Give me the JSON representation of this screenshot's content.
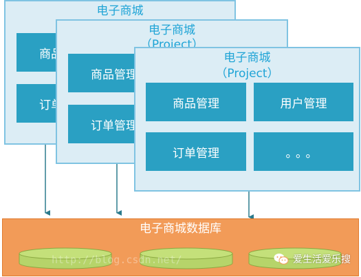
{
  "panels": [
    {
      "title": "电子商城",
      "subtitle": "",
      "modules": [
        "商品",
        "订单"
      ]
    },
    {
      "title": "电子商城",
      "subtitle": "（Project）",
      "modules": [
        "商品管理",
        "订单管理"
      ]
    },
    {
      "title": "电子商城",
      "subtitle": "（Project）",
      "modules": [
        "商品管理",
        "用户管理",
        "订单管理",
        "。。。"
      ]
    }
  ],
  "database": {
    "title": "电子商城数据库",
    "cylinder_count": 3
  },
  "watermark": "http://blog.csdn.net/",
  "wechat_label": "爱生活爱乐搜",
  "colors": {
    "panel_bg": "#dcedf5",
    "panel_border": "#7fc3e2",
    "module_bg": "#2aa0c3",
    "title_text": "#1fa4d6",
    "database_bg": "#f29b58",
    "cylinder_fill": "#c4e07a",
    "arrow": "#2a7a8c"
  }
}
